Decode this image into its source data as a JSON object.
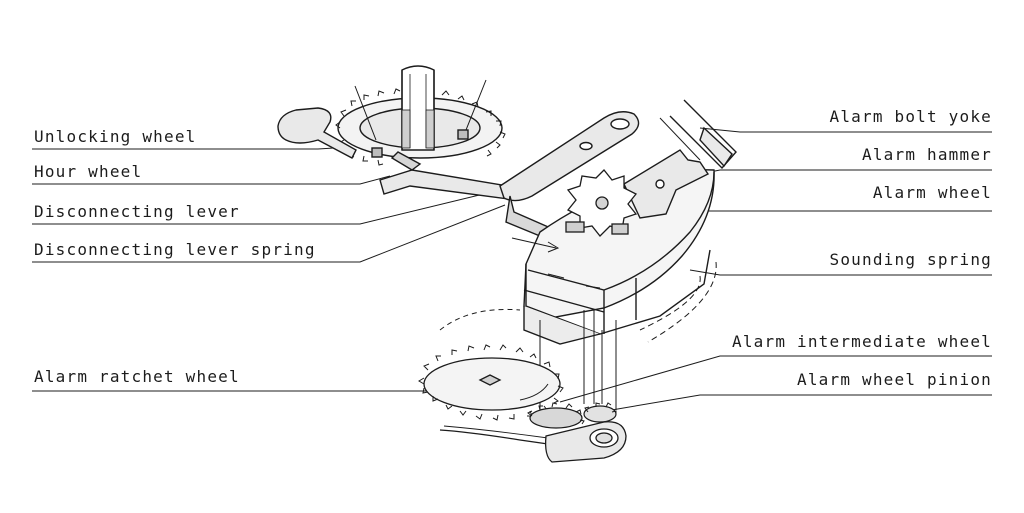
{
  "labels": {
    "unlocking_wheel": "Unlocking wheel",
    "hour_wheel": "Hour wheel",
    "disconnecting_lever": "Disconnecting lever",
    "disconnecting_lever_spring": "Disconnecting lever spring",
    "alarm_ratchet_wheel": "Alarm ratchet wheel",
    "alarm_bolt_yoke": "Alarm bolt yoke",
    "alarm_hammer": "Alarm hammer",
    "alarm_wheel": "Alarm wheel",
    "sounding_spring": "Sounding spring",
    "alarm_intermediate_wheel": "Alarm intermediate wheel",
    "alarm_wheel_pinion": "Alarm wheel pinion"
  },
  "colors": {
    "ink": "#1c1c1c",
    "part_fill": "#e9e9e9",
    "background": "#ffffff"
  }
}
